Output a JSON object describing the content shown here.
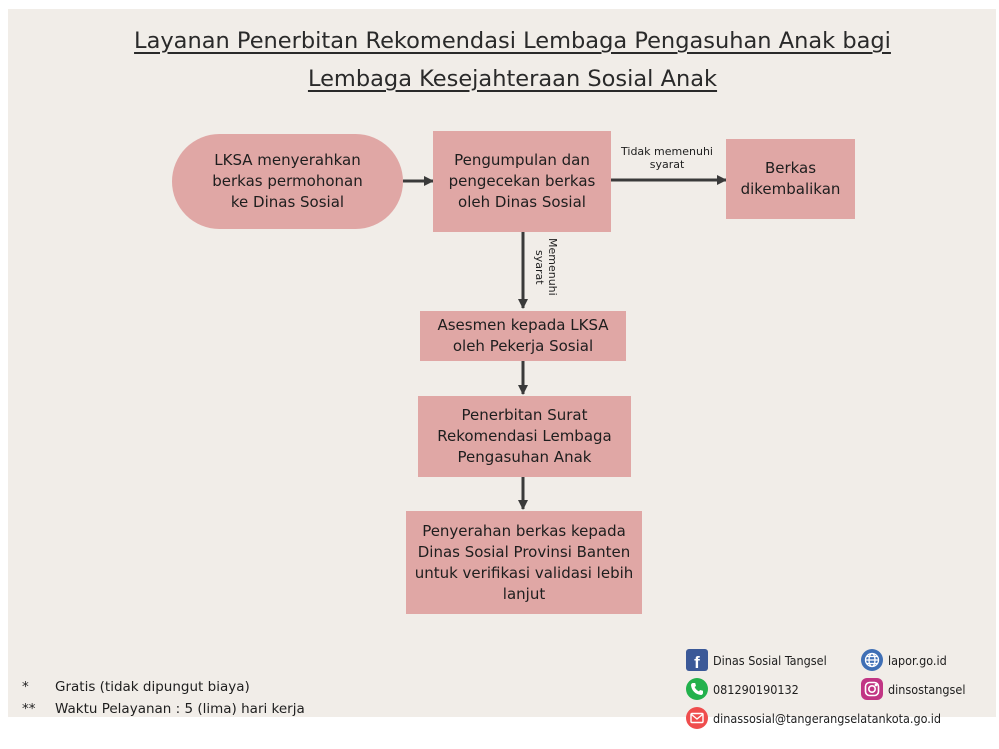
{
  "title": {
    "line1": "Layanan Penerbitan Rekomendasi Lembaga Pengasuhan Anak bagi",
    "line2": "Lembaga Kesejahteraan Sosial Anak"
  },
  "nodes": {
    "start": "LKSA menyerahkan berkas permohonan ke Dinas Sosial",
    "check": "Pengumpulan dan pengecekan berkas oleh Dinas Sosial",
    "returned": "Berkas dikembalikan",
    "assess": "Asesmen kepada LKSA oleh Pekerja Sosial",
    "issue": "Penerbitan Surat Rekomendasi Lembaga Pengasuhan Anak",
    "handover": "Penyerahan berkas kepada Dinas Sosial Provinsi Banten untuk verifikasi validasi lebih lanjut"
  },
  "edges": {
    "not_met": "Tidak memenuhi syarat",
    "met": "Memenuhi syarat"
  },
  "notes": [
    {
      "mark": "*",
      "text": "Gratis (tidak dipungut biaya)"
    },
    {
      "mark": "**",
      "text": "Waktu Pelayanan : 5 (lima) hari kerja"
    }
  ],
  "contacts": {
    "facebook": {
      "text": "Dinas Sosial Tangsel",
      "icon": "facebook-icon",
      "color": "#3b5998"
    },
    "web": {
      "text": "lapor.go.id",
      "icon": "globe-icon",
      "color": "#3f6fb5"
    },
    "phone": {
      "text": "081290190132",
      "icon": "phone-icon",
      "color": "#22b14c"
    },
    "instagram": {
      "text": "dinsostangsel",
      "icon": "instagram-icon",
      "color": "#c13584"
    },
    "email": {
      "text": "dinassosial@tangerangselatankota.go.id",
      "icon": "email-icon",
      "color": "#ef4d4d"
    }
  },
  "colors": {
    "background": "#f1ede8",
    "box": "#e0a7a5",
    "arrow": "#3a3a3a"
  }
}
